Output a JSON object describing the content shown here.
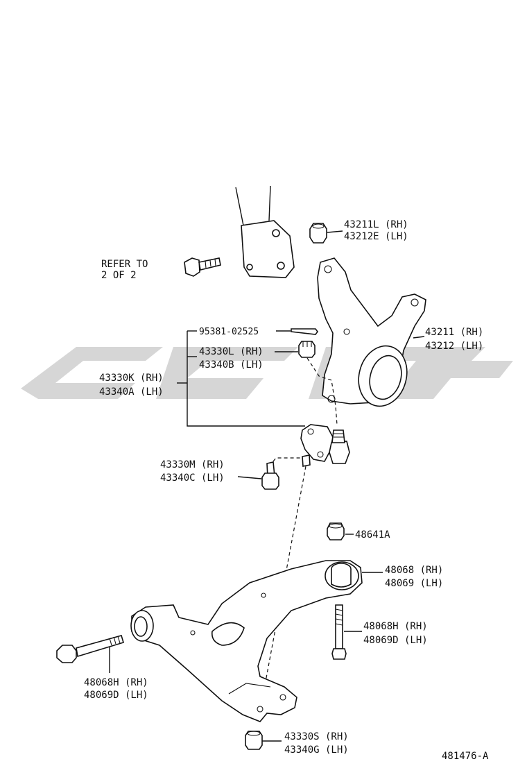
{
  "diagram_id": "481476-A",
  "refer_note": {
    "line1": "REFER TO",
    "line2": "2 OF 2"
  },
  "callouts": {
    "upper_nut": {
      "rh": "43211L (RH)",
      "lh": "43212E (LH)"
    },
    "knuckle": {
      "rh": "43211 (RH)",
      "lh": "43212 (LH)"
    },
    "cotter_pin": {
      "code": "95381-02525"
    },
    "castle_nut": {
      "rh": "43330L (RH)",
      "lh": "43340B (LH)"
    },
    "ball_joint": {
      "rh": "43330K (RH)",
      "lh": "43340A (LH)"
    },
    "joint_bolt": {
      "rh": "43330M (RH)",
      "lh": "43340C (LH)"
    },
    "arm_nut": {
      "code": "48641A"
    },
    "lower_arm": {
      "rh": "48068 (RH)",
      "lh": "48069 (LH)"
    },
    "rear_bolt": {
      "rh": "48068H (RH)",
      "lh": "48069D (LH)"
    },
    "front_bolt": {
      "rh": "48068H (RH)",
      "lh": "48069D (LH)"
    },
    "bottom_nut": {
      "rh": "43330S (RH)",
      "lh": "43340G (LH)"
    }
  }
}
